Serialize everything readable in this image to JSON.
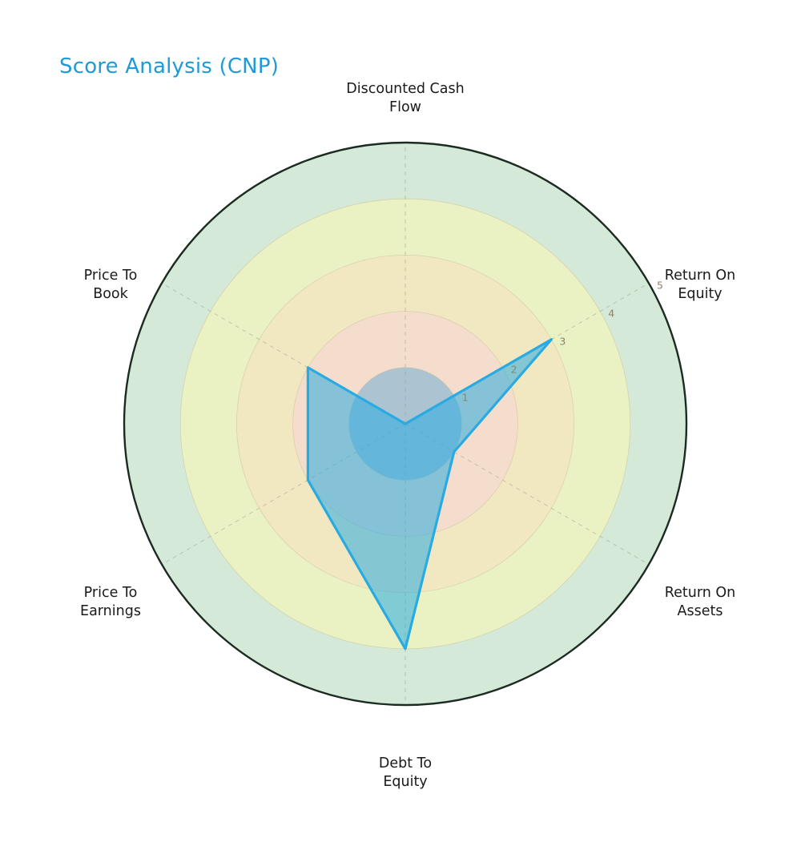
{
  "title": "Score Analysis (CNP)",
  "title_color": "#1f9ad6",
  "chart_data": {
    "type": "radar",
    "title": "Score Analysis (CNP)",
    "categories": [
      "Discounted Cash\nFlow",
      "Return On\nEquity",
      "Return On\nAssets",
      "Debt To\nEquity",
      "Price To\nEarnings",
      "Price To\nBook"
    ],
    "series": [
      {
        "name": "CNP",
        "values": [
          0,
          3,
          1,
          4,
          2,
          2
        ],
        "line_color": "#29abe2",
        "fill_color": "#29abe2",
        "fill_opacity": 0.55
      }
    ],
    "rlim": [
      0,
      5
    ],
    "rticks": [
      1,
      2,
      3,
      4,
      5
    ],
    "rtick_labels": [
      "1",
      "2",
      "3",
      "4",
      "5"
    ],
    "rtick_angle_deg": 60,
    "grid": true,
    "legend": "none",
    "background_bands": [
      {
        "from": 0,
        "to": 1,
        "color": "#7fb3d5",
        "label": "band-1"
      },
      {
        "from": 1,
        "to": 2,
        "color": "#f6d7d2",
        "label": "band-2"
      },
      {
        "from": 2,
        "to": 3,
        "color": "#f5e2c1",
        "label": "band-3"
      },
      {
        "from": 3,
        "to": 4,
        "color": "#f7f5b5",
        "label": "band-4"
      },
      {
        "from": 4,
        "to": 5,
        "color": "#bcdcc2",
        "label": "band-5"
      }
    ],
    "outline_color": "#1b2b20"
  },
  "axis_labels": {
    "discounted_cash_flow": "Discounted Cash\nFlow",
    "return_on_equity": "Return On\nEquity",
    "return_on_assets": "Return On\nAssets",
    "debt_to_equity": "Debt To\nEquity",
    "price_to_earnings": "Price To\nEarnings",
    "price_to_book": "Price To\nBook"
  },
  "tick_labels": {
    "t1": "1",
    "t2": "2",
    "t3": "3",
    "t4": "4",
    "t5": "5"
  }
}
